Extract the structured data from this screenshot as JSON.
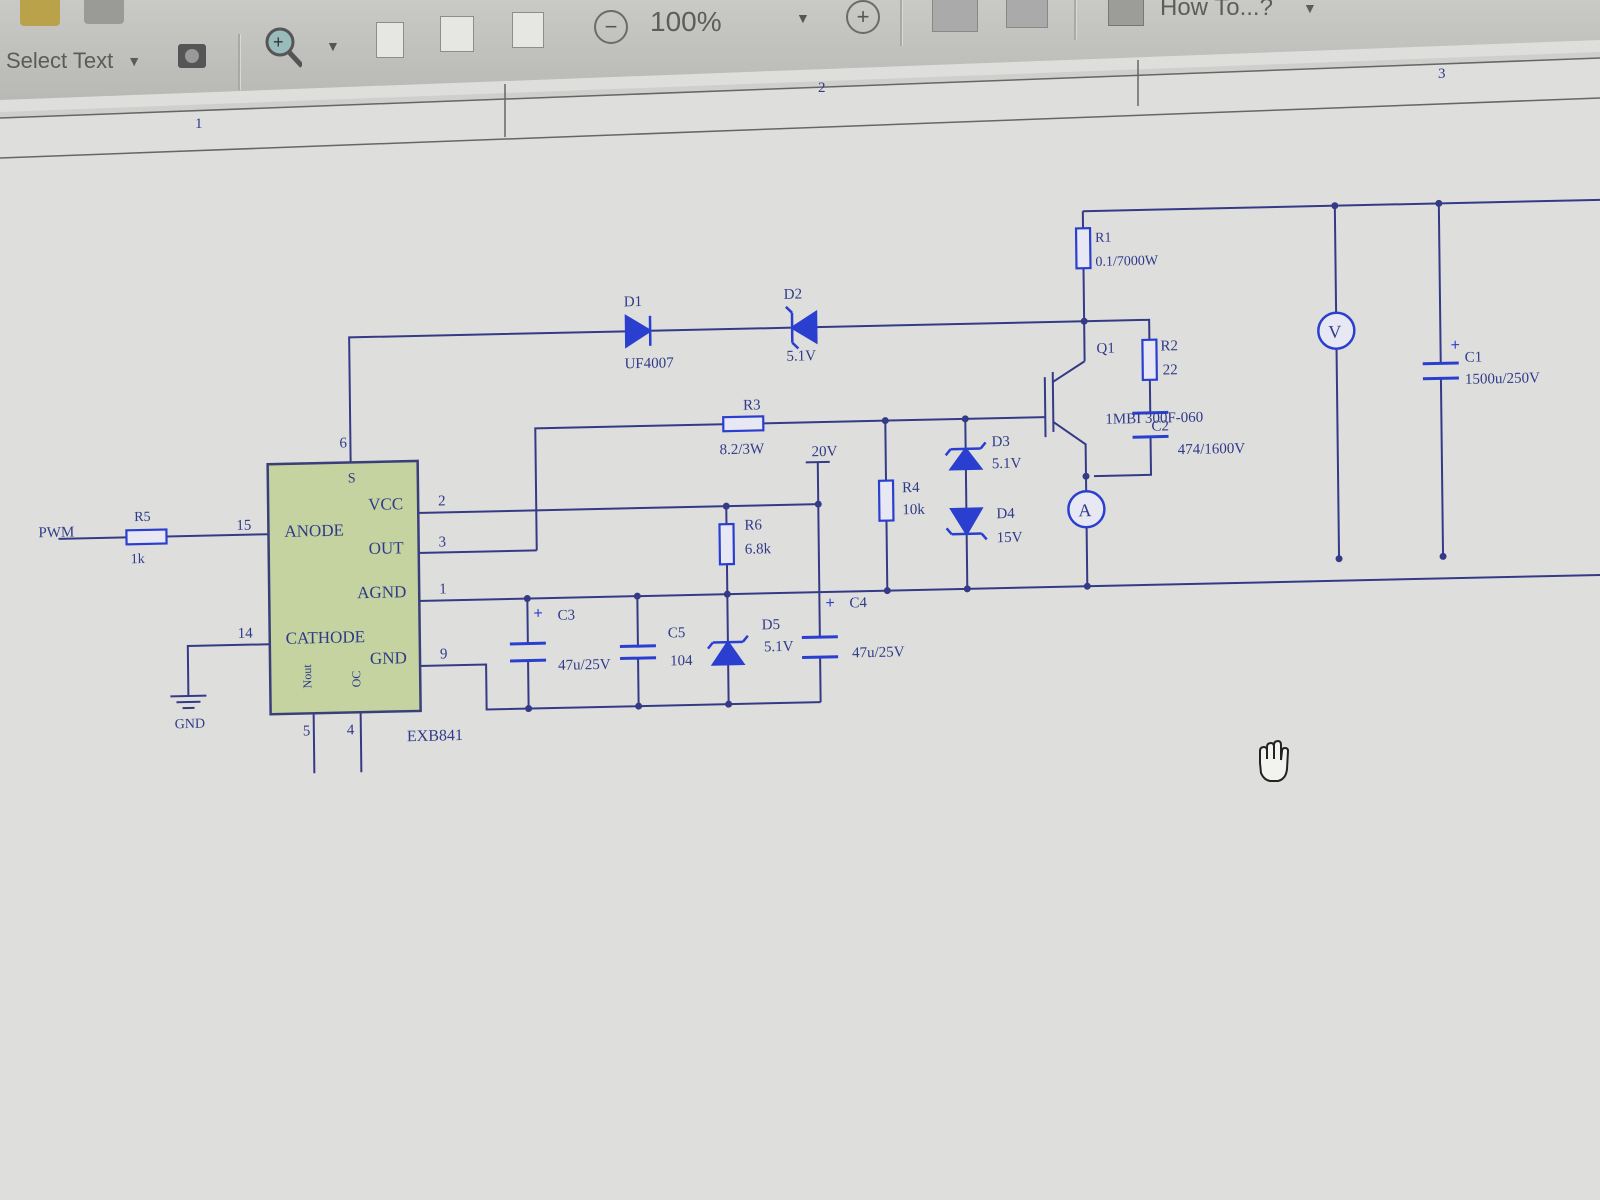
{
  "toolbar": {
    "select_tool_label": "Select Text",
    "zoom_level": "100%",
    "zoom_out_symbol": "−",
    "zoom_in_symbol": "+",
    "help_label": "How To...?",
    "icons": [
      "snapshot-icon",
      "zoom-tool-icon",
      "page-icon",
      "two-page-icon",
      "continuous-page-icon",
      "zoom-out-icon",
      "zoom-in-icon",
      "rotate-icon",
      "fit-page-icon",
      "help-book-icon"
    ]
  },
  "ruler": {
    "cols": [
      "1",
      "2",
      "3"
    ]
  },
  "schematic": {
    "ic": {
      "name": "EXB841",
      "pins": {
        "anode": "ANODE",
        "vcc": "VCC",
        "out": "OUT",
        "agnd": "AGND",
        "cathode": "CATHODE",
        "gnd": "GND",
        "s": "S",
        "pin_6": "6",
        "pin_15": "15",
        "pin_14": "14",
        "pin_2": "2",
        "pin_3": "3",
        "pin_1": "1",
        "pin_9": "9",
        "pin_5": "5",
        "pin_4": "4",
        "bot_left": "Nout",
        "bot_right": "OC"
      }
    },
    "net_pwm": "PWM",
    "net_gnd": "GND",
    "net_20v": "20V",
    "components": {
      "r5": {
        "ref": "R5",
        "value": "1k"
      },
      "d1": {
        "ref": "D1",
        "value": "UF4007"
      },
      "d2": {
        "ref": "D2",
        "value": "5.1V"
      },
      "r3": {
        "ref": "R3",
        "value": "8.2/3W"
      },
      "r1": {
        "ref": "R1",
        "value": "0.1/7000W"
      },
      "r2": {
        "ref": "R2",
        "value": "22"
      },
      "q1": {
        "ref": "Q1",
        "value": "1MBI 300F-060"
      },
      "c2": {
        "ref": "C2",
        "value": "474/1600V"
      },
      "r4": {
        "ref": "R4",
        "value": "10k"
      },
      "d3": {
        "ref": "D3",
        "value": "5.1V"
      },
      "d4": {
        "ref": "D4",
        "value": "15V"
      },
      "r6": {
        "ref": "R6",
        "value": "6.8k"
      },
      "c3": {
        "ref": "C3",
        "value": "47u/25V"
      },
      "c5": {
        "ref": "C5",
        "value": "104"
      },
      "d5": {
        "ref": "D5",
        "value": "5.1V"
      },
      "c4": {
        "ref": "C4",
        "value": "47u/25V"
      },
      "c1": {
        "ref": "C1",
        "value": "1500u/250V"
      },
      "meter_v": "V",
      "meter_a": "A",
      "plus": "+"
    }
  },
  "colors": {
    "paper": "#dedfdc",
    "wire": "#343a86",
    "part": "#2a3fd0",
    "ic_fill": "#c4d3a0",
    "ic_border": "#3a3f7a"
  }
}
